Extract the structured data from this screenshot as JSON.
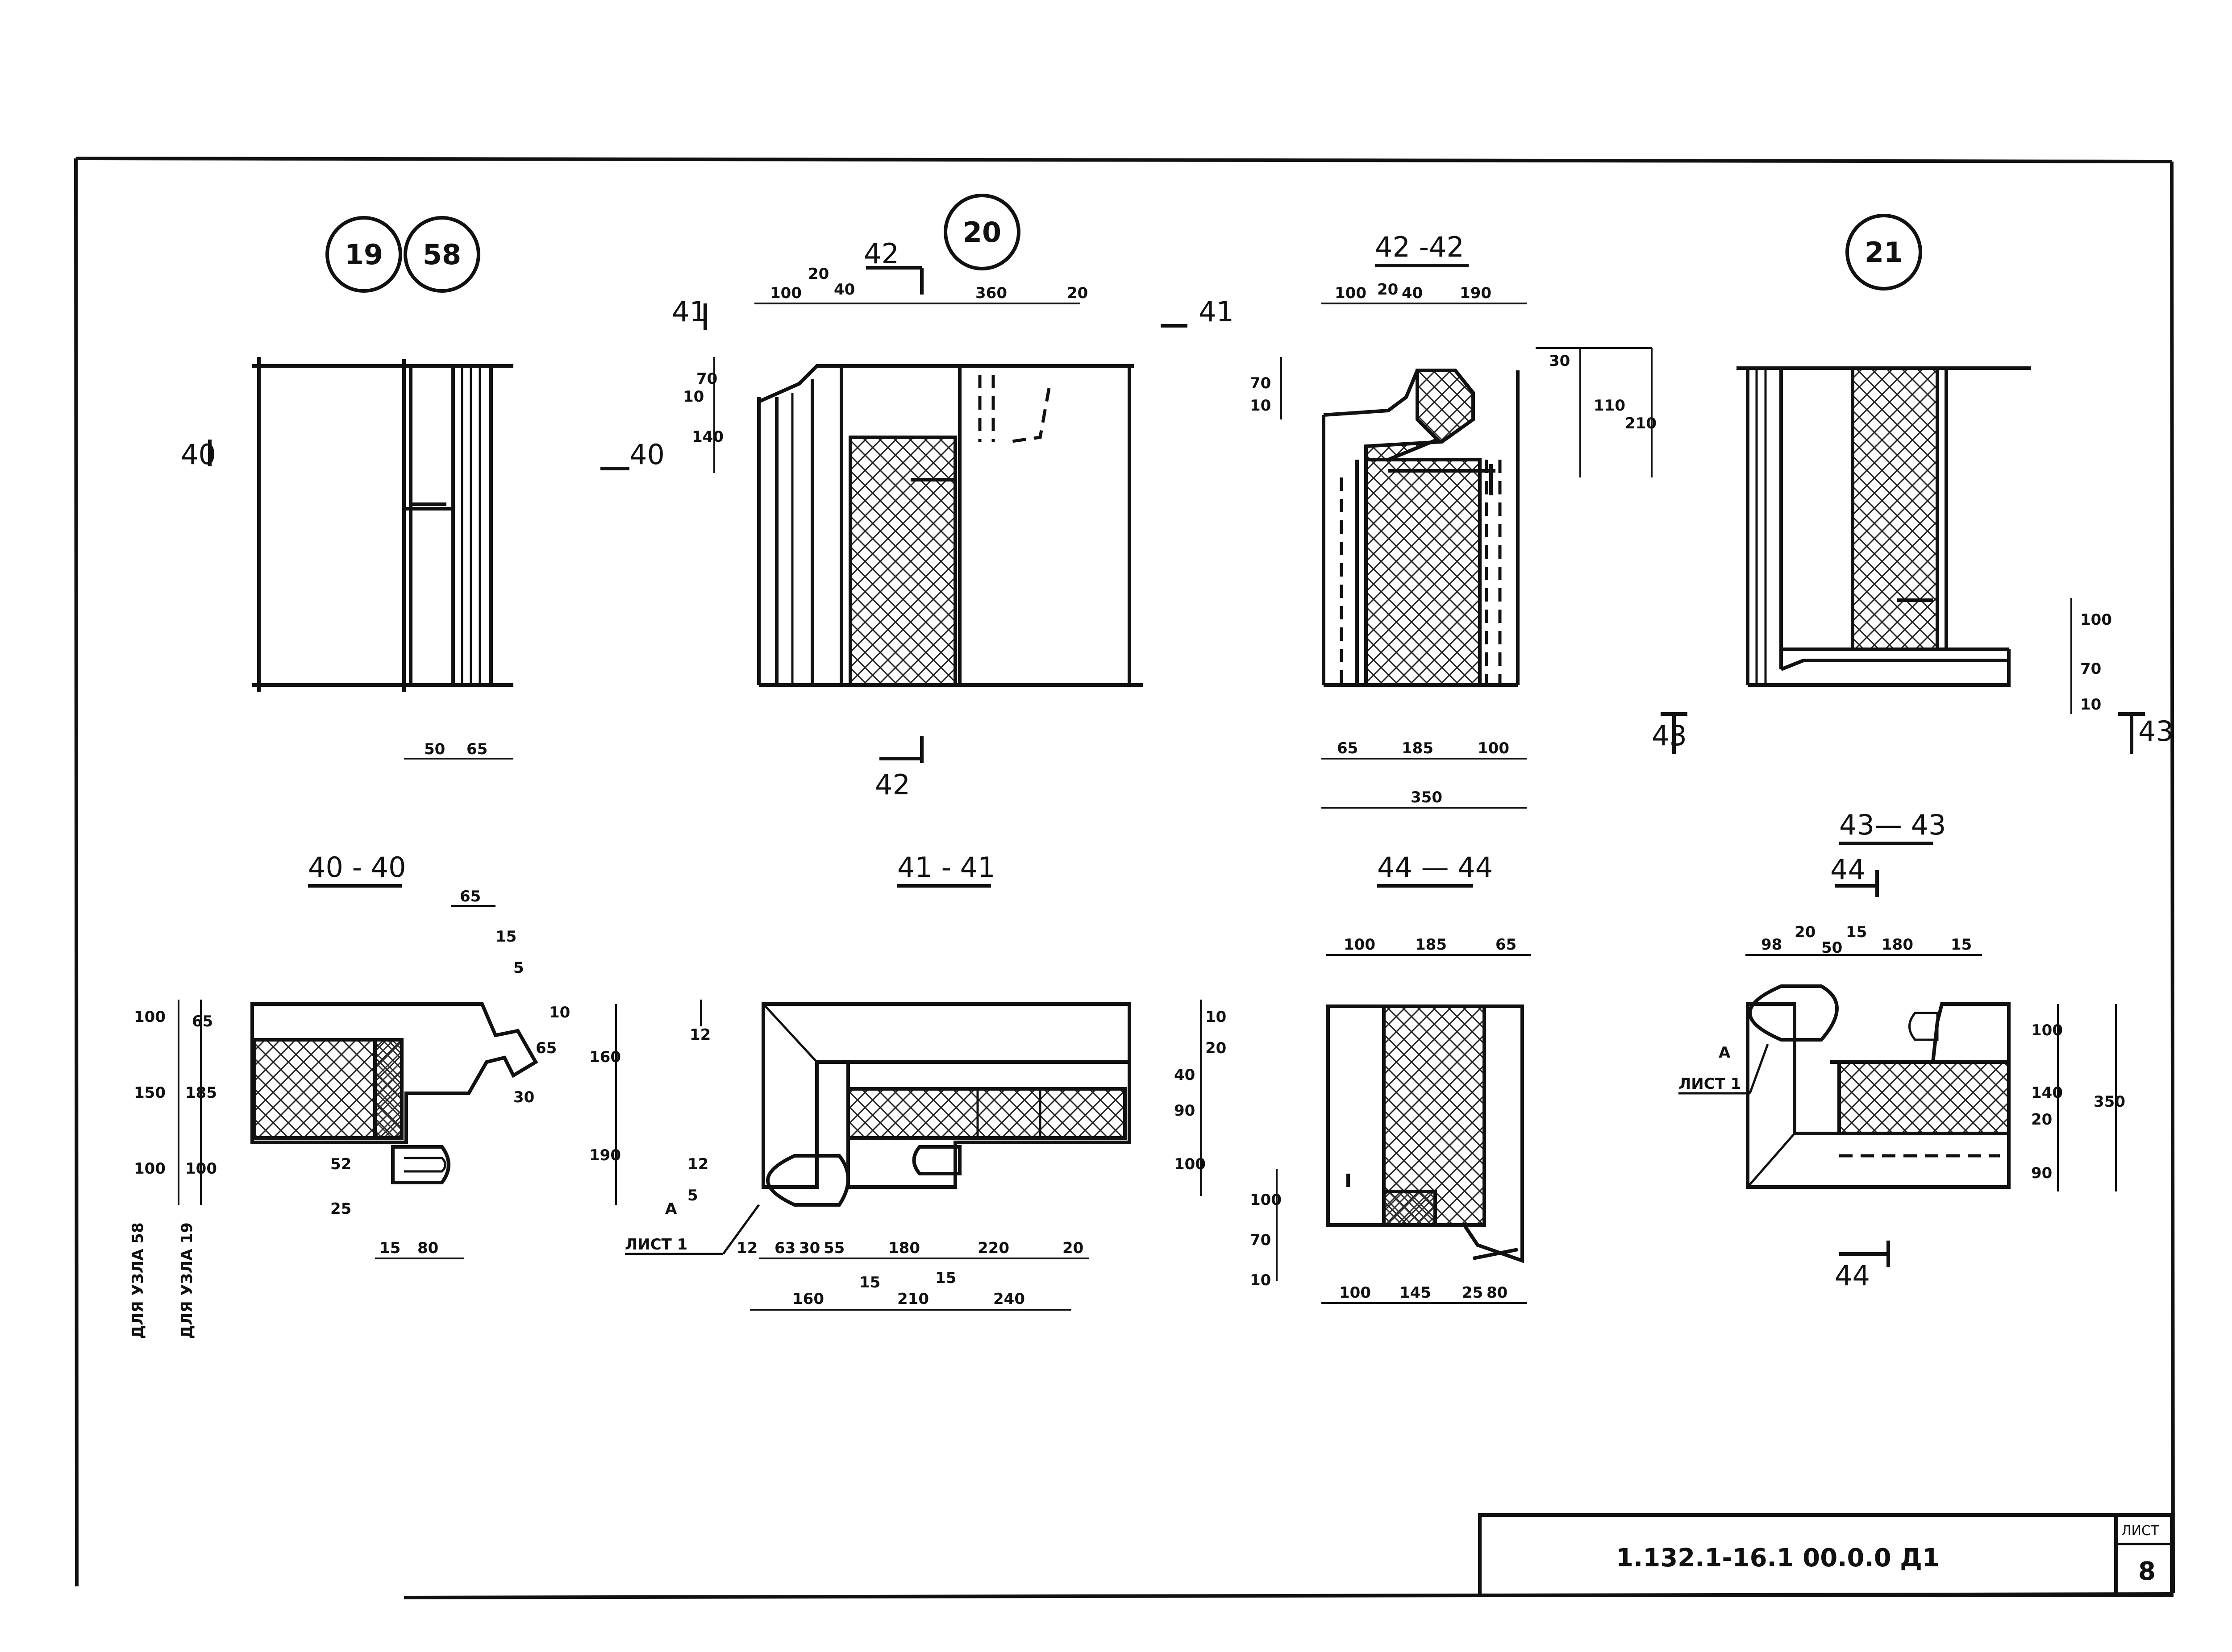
{
  "nodes": {
    "n19": "19",
    "n58": "58",
    "n20": "20",
    "n21": "21"
  },
  "sections": {
    "s40": "40 - 40",
    "s41": "41 - 41",
    "s42": "42 -42",
    "s44": "44 — 44",
    "s43": "43— 43"
  },
  "cut_marks": {
    "m40": "40",
    "m41": "41",
    "m42": "42",
    "m43": "43",
    "m44": "44"
  },
  "dims": {
    "v19": [
      "50",
      "65"
    ],
    "v20_top": [
      "100",
      "20",
      "40",
      "360",
      "20"
    ],
    "v20_side": [
      "10",
      "70",
      "140"
    ],
    "v42_top": [
      "100",
      "20",
      "40",
      "190"
    ],
    "v42_side": [
      "10",
      "70"
    ],
    "v42_right": [
      "30",
      "110",
      "210"
    ],
    "v42_bot": [
      "65",
      "185",
      "100",
      "350"
    ],
    "v21_side": [
      "100",
      "10",
      "70"
    ],
    "v40_top": [
      "65",
      "15",
      "5",
      "10",
      "65",
      "30"
    ],
    "v40_left": [
      "100",
      "150",
      "100"
    ],
    "v40_left2": [
      "65",
      "185",
      "100"
    ],
    "v40_right": [
      "160",
      "190"
    ],
    "v40_bot": [
      "15",
      "80",
      "25",
      "52"
    ],
    "v41_left": [
      "12",
      "12",
      "5"
    ],
    "v41_right": [
      "10",
      "20",
      "40",
      "90",
      "100"
    ],
    "v41_bot": [
      "12",
      "63",
      "30",
      "55",
      "180",
      "220",
      "20",
      "15",
      "15"
    ],
    "v41_bot2": [
      "160",
      "210",
      "240"
    ],
    "v44_top": [
      "100",
      "185",
      "65"
    ],
    "v44_side": [
      "100",
      "10",
      "70"
    ],
    "v44_bot": [
      "100",
      "145",
      "25",
      "80"
    ],
    "v43_top": [
      "98",
      "20",
      "50",
      "15",
      "180",
      "15"
    ],
    "v43_right": [
      "100",
      "20",
      "140",
      "90",
      "350"
    ]
  },
  "notes": {
    "ref_a": "A",
    "ref_sheet": "ЛИСТ 1",
    "ref_a2": "A",
    "ref_sheet2": "ЛИСТ 1",
    "for58": "ДЛЯ УЗЛА 58",
    "for19": "ДЛЯ УЗЛА 19"
  },
  "title_block": {
    "code": "1.132.1-16.1 00.0.0 Д1",
    "sheet_label": "ЛИСТ",
    "sheet_no": "8"
  }
}
